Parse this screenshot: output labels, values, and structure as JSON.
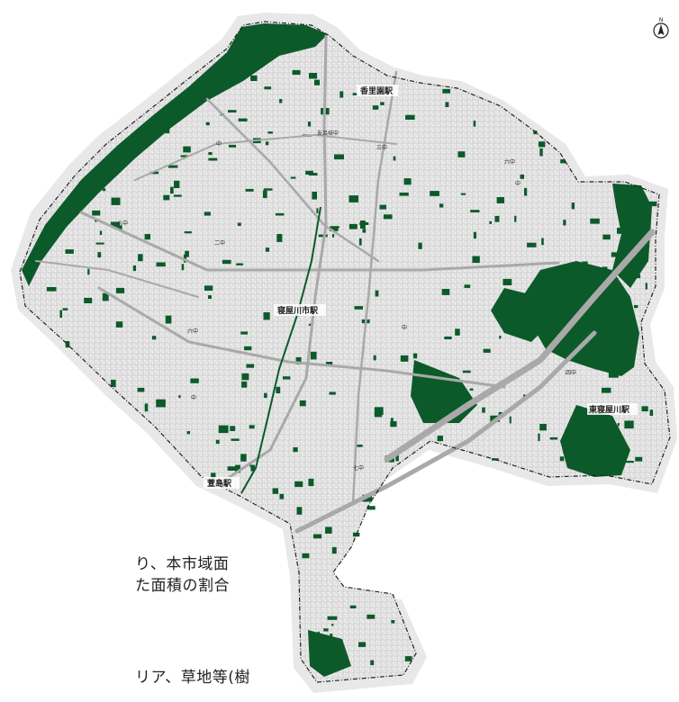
{
  "compass": {
    "symbol": "N",
    "icon": "north-arrow-icon"
  },
  "body_text": {
    "line1": "り、本市域面",
    "line2": "た面積の割合",
    "line3": "リア、草地等(樹"
  },
  "stations": {
    "korien": "香里園駅",
    "neyagawashi": "寝屋川市駅",
    "higashi_neyagawa": "東寝屋川駅",
    "kayashima": "萱島駅"
  },
  "schools": {
    "tomoro": "友呂岐中",
    "san": "三中",
    "roku_ne": "六中",
    "yon": "中",
    "kyoto": "中",
    "hachi": "八中",
    "ni": "二中",
    "roku": "六中",
    "ichi": "中",
    "kyu": "中",
    "shi": "四中",
    "nana": "七中"
  },
  "colors": {
    "green": "#0c5a2a",
    "road": "#a9a9a9",
    "urban": "#d7d7d7",
    "buffer": "#e9e9e9",
    "boundary": "#222222"
  }
}
